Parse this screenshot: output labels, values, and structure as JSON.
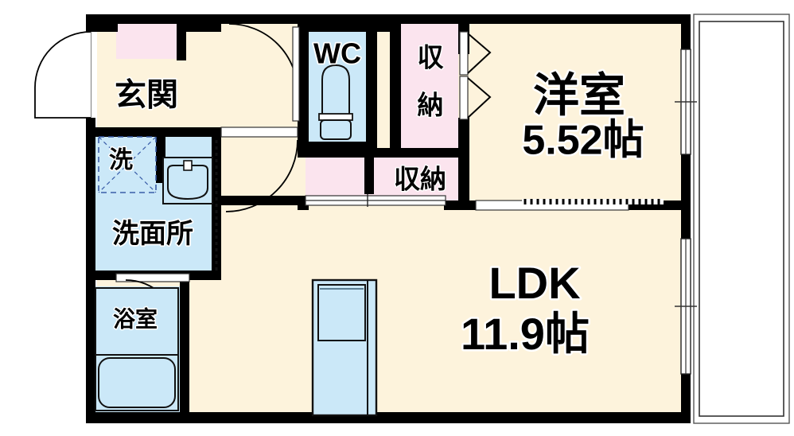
{
  "plan": {
    "title": "間取り図",
    "colors": {
      "wall": "#000000",
      "floor_living": "#FDF3DC",
      "floor_wet": "#CBE8F8",
      "floor_closet": "#FBE4EE",
      "outline": "#000000",
      "balcony_bg": "#FFFFFF",
      "door_line": "#000000",
      "fixture_stroke": "#111111",
      "page_bg": "#FFFFFF"
    },
    "rooms": [
      {
        "id": "genkan",
        "name": "玄関",
        "label": "玄関",
        "area": "",
        "type": "entrance"
      },
      {
        "id": "wc",
        "name": "WC",
        "label": "WC",
        "area": "",
        "type": "toilet"
      },
      {
        "id": "senmen",
        "name": "洗面所",
        "label": "洗面所",
        "area": "",
        "type": "washroom"
      },
      {
        "id": "yokushitsu",
        "name": "浴室",
        "label": "浴室",
        "area": "",
        "type": "bath"
      },
      {
        "id": "washer",
        "name": "洗濯機置場",
        "label": "洗",
        "area": "",
        "type": "washer-space"
      },
      {
        "id": "closet1",
        "name": "収納",
        "label": "収納",
        "area": "",
        "type": "closet"
      },
      {
        "id": "closet2",
        "name": "収納",
        "label": "収納",
        "area": "",
        "type": "closet"
      },
      {
        "id": "youshitsu",
        "name": "洋室",
        "label": "洋室",
        "area": "5.52帖",
        "type": "bedroom"
      },
      {
        "id": "ldk",
        "name": "LDK",
        "label": "LDK",
        "area": "11.9帖",
        "type": "living-dining-kitchen"
      }
    ],
    "labels": {
      "genkan": "玄関",
      "wc": "WC",
      "senmen": "洗面所",
      "yokushitsu": "浴室",
      "washer": "洗",
      "closet_upper": "収納",
      "closet_lower": "収納",
      "youshitsu_name": "洋室",
      "youshitsu_area": "5.52帖",
      "ldk_name": "LDK",
      "ldk_area": "11.9帖"
    },
    "fixtures": [
      {
        "id": "toilet-fixture",
        "name": "toilet"
      },
      {
        "id": "vanity-sink",
        "name": "washbasin"
      },
      {
        "id": "bathtub",
        "name": "bathtub"
      },
      {
        "id": "kitchen-unit",
        "name": "kitchen-counter"
      },
      {
        "id": "washer-space",
        "name": "washing-machine-space"
      }
    ],
    "openings": [
      {
        "id": "entrance-door",
        "name": "front-door",
        "kind": "swing"
      },
      {
        "id": "hall-door",
        "name": "hall-door",
        "kind": "swing"
      },
      {
        "id": "wc-door",
        "name": "wc-door",
        "kind": "swing"
      },
      {
        "id": "bath-door",
        "name": "bath-door",
        "kind": "swing"
      },
      {
        "id": "closet-bifold-1",
        "name": "closet-folding-door",
        "kind": "bifold"
      },
      {
        "id": "closet-bifold-2",
        "name": "closet-folding-door",
        "kind": "bifold"
      },
      {
        "id": "closet-slide",
        "name": "closet-sliding-door",
        "kind": "sliding"
      },
      {
        "id": "ldk-partition",
        "name": "room-partition-door",
        "kind": "sliding"
      },
      {
        "id": "balcony-window-top",
        "name": "balcony-sliding-window",
        "kind": "sliding-window"
      },
      {
        "id": "balcony-window-bot",
        "name": "balcony-sliding-window",
        "kind": "sliding-window"
      },
      {
        "id": "senmen-door",
        "name": "washroom-door",
        "kind": "sliding"
      }
    ],
    "balcony": {
      "name": "バルコニー",
      "label": ""
    }
  }
}
